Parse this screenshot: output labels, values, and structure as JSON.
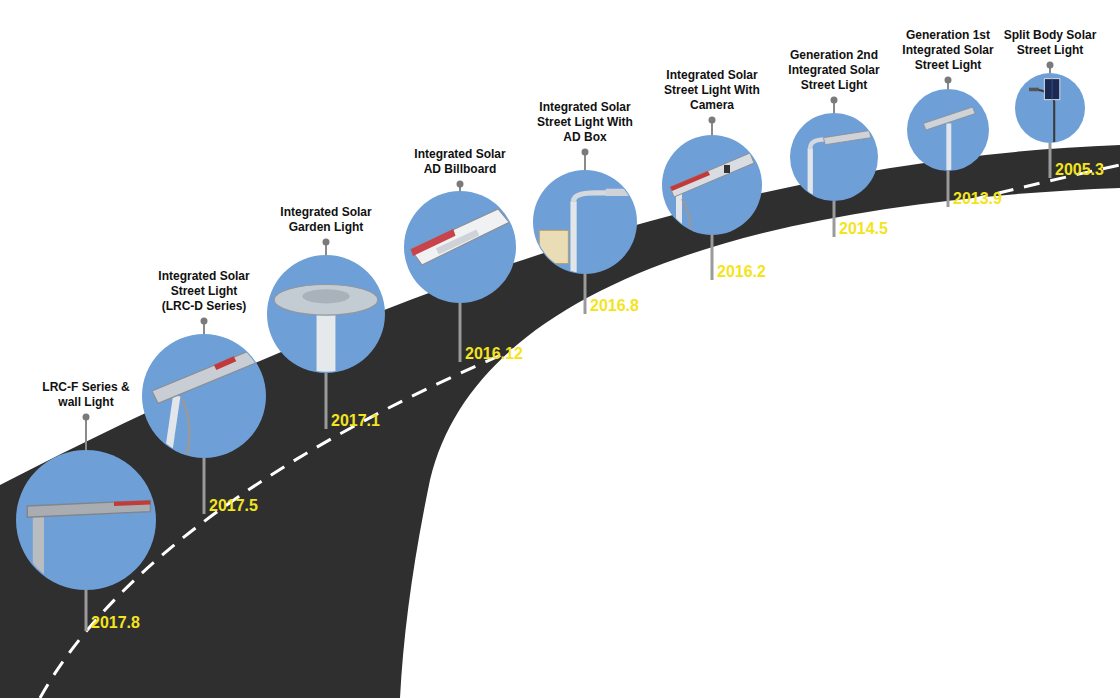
{
  "diagram": {
    "nodes": [
      {
        "text": [
          "Split Body Solar Street Light",
          "2005.3"
        ]
      },
      {
        "text": [
          "Generation 1st Integrated Solar Street Light",
          "2013.9"
        ]
      },
      {
        "text": [
          "Generation 2nd Integrated Solar Street Light",
          "2014.5"
        ]
      },
      {
        "text": [
          "Integrated Solar Street Light With Camera",
          "2016.2"
        ]
      },
      {
        "text": [
          "Integrated Solar Street Light With AD Box",
          "2016.8"
        ]
      },
      {
        "text": [
          "Integrated Solar AD Billboard",
          "2016.12"
        ]
      },
      {
        "text": [
          "Integrated Solar Garden Light",
          "2017.1"
        ]
      },
      {
        "text": [
          "Integrated Solar Street Light (LRC-D Series)",
          "2017.5"
        ]
      },
      {
        "text": [
          "LRC-F Series & wall Light",
          "2017.8"
        ]
      }
    ]
  }
}
